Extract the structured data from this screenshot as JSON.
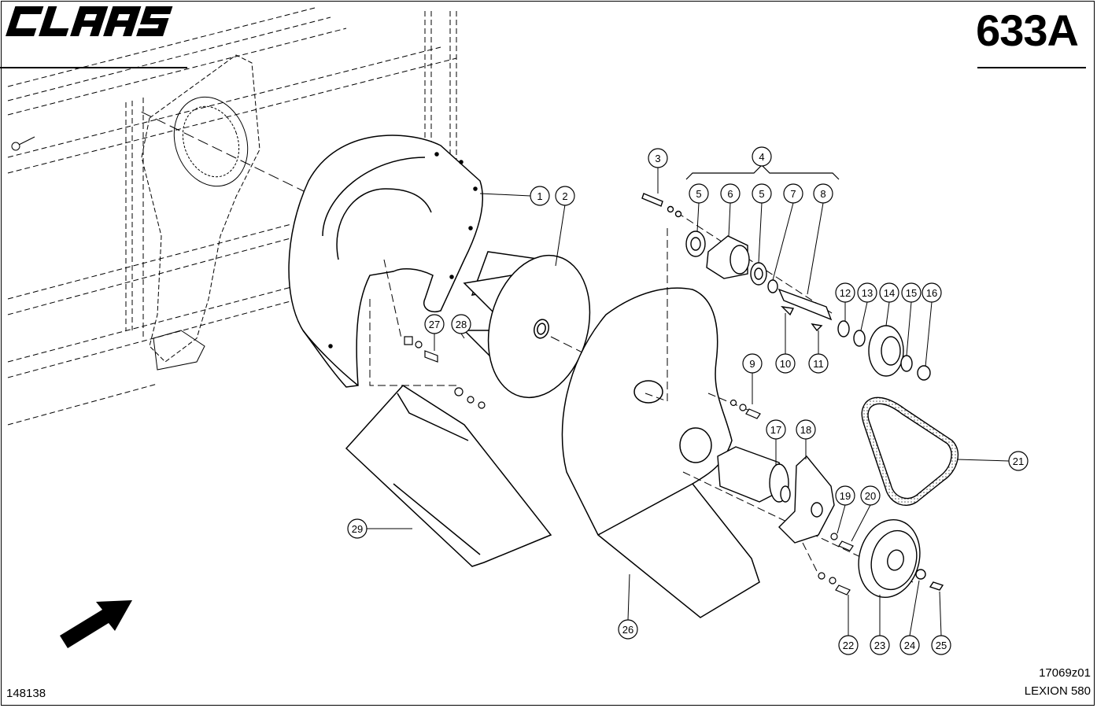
{
  "header": {
    "brand": "CLAAS",
    "page_number": "633A"
  },
  "footer": {
    "left_code": "148138",
    "drawing_code": "17069z01",
    "model": "LEXION 580"
  },
  "callouts": [
    {
      "id": "c1",
      "label": "1"
    },
    {
      "id": "c2",
      "label": "2"
    },
    {
      "id": "c3",
      "label": "3"
    },
    {
      "id": "c4",
      "label": "4"
    },
    {
      "id": "c5a",
      "label": "5"
    },
    {
      "id": "c6",
      "label": "6"
    },
    {
      "id": "c5b",
      "label": "5"
    },
    {
      "id": "c7",
      "label": "7"
    },
    {
      "id": "c8",
      "label": "8"
    },
    {
      "id": "c9",
      "label": "9"
    },
    {
      "id": "c10",
      "label": "10"
    },
    {
      "id": "c11",
      "label": "11"
    },
    {
      "id": "c12",
      "label": "12"
    },
    {
      "id": "c13",
      "label": "13"
    },
    {
      "id": "c14",
      "label": "14"
    },
    {
      "id": "c15",
      "label": "15"
    },
    {
      "id": "c16",
      "label": "16"
    },
    {
      "id": "c17",
      "label": "17"
    },
    {
      "id": "c18",
      "label": "18"
    },
    {
      "id": "c19",
      "label": "19"
    },
    {
      "id": "c20",
      "label": "20"
    },
    {
      "id": "c21",
      "label": "21"
    },
    {
      "id": "c22",
      "label": "22"
    },
    {
      "id": "c23",
      "label": "23"
    },
    {
      "id": "c24",
      "label": "24"
    },
    {
      "id": "c25",
      "label": "25"
    },
    {
      "id": "c26",
      "label": "26"
    },
    {
      "id": "c27",
      "label": "27"
    },
    {
      "id": "c28",
      "label": "28"
    },
    {
      "id": "c29",
      "label": "29"
    }
  ]
}
